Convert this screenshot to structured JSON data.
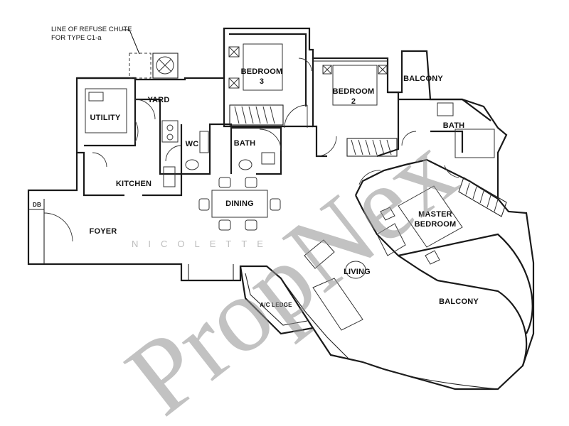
{
  "plan": {
    "note_line1": "LINE OF REFUSE CHUTE",
    "note_line2": "FOR TYPE C1-a",
    "rooms": {
      "bedroom3_l1": "BEDROOM",
      "bedroom3_l2": "3",
      "bedroom2_l1": "BEDROOM",
      "bedroom2_l2": "2",
      "balcony_top": "BALCONY",
      "yard": "YARD",
      "utility": "UTILITY",
      "wc": "WC",
      "bath1": "BATH",
      "bath2": "BATH",
      "kitchen": "KITCHEN",
      "db": "DB",
      "dining": "DINING",
      "foyer": "FOYER",
      "master_l1": "MASTER",
      "master_l2": "BEDROOM",
      "living": "LIVING",
      "ac_ledge": "A/C LEDGE",
      "balcony_main": "BALCONY"
    }
  },
  "watermark": {
    "brand": "PropNex",
    "project": "NICOLETTE"
  }
}
